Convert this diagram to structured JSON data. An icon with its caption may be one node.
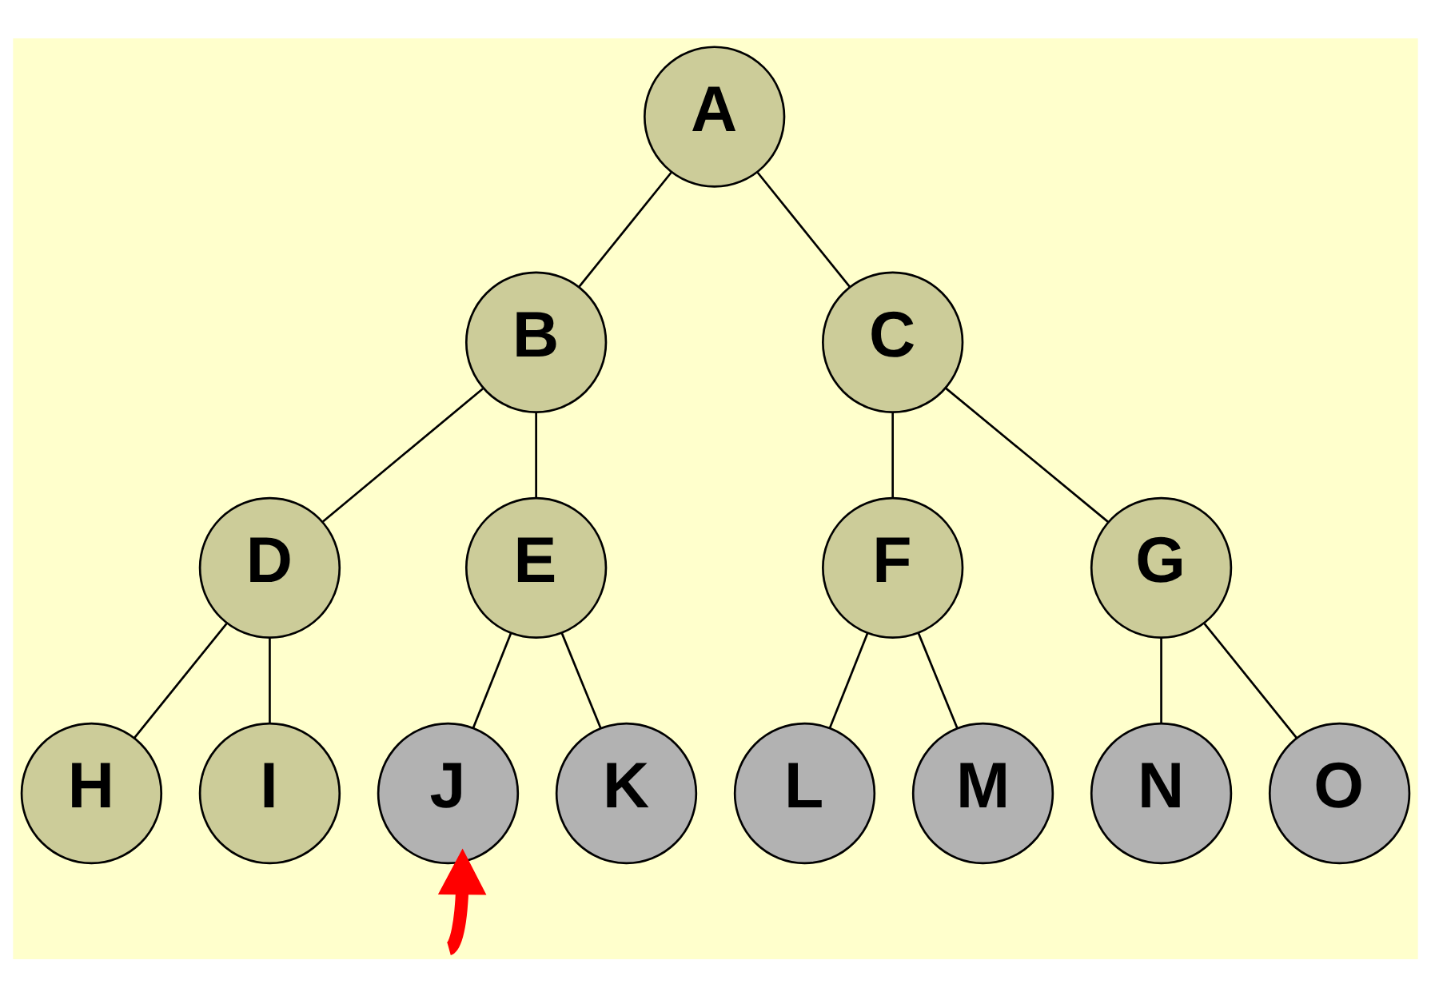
{
  "diagram": {
    "nodes": [
      {
        "text": [
          "A"
        ]
      },
      {
        "text": [
          "B"
        ]
      },
      {
        "text": [
          "C"
        ]
      },
      {
        "text": [
          "D"
        ]
      },
      {
        "text": [
          "E"
        ]
      },
      {
        "text": [
          "F"
        ]
      },
      {
        "text": [
          "G"
        ]
      },
      {
        "text": [
          "H"
        ]
      },
      {
        "text": [
          "I"
        ]
      },
      {
        "text": [
          "J"
        ]
      },
      {
        "text": [
          "K"
        ]
      },
      {
        "text": [
          "L"
        ]
      },
      {
        "text": [
          "M"
        ]
      },
      {
        "text": [
          "N"
        ]
      },
      {
        "text": [
          "O"
        ]
      }
    ],
    "edges": [
      {
        "from": 0,
        "to": 1,
        "arrow": "none"
      },
      {
        "from": 0,
        "to": 2,
        "arrow": "none"
      },
      {
        "from": 1,
        "to": 3,
        "arrow": "none"
      },
      {
        "from": 1,
        "to": 4,
        "arrow": "none"
      },
      {
        "from": 2,
        "to": 5,
        "arrow": "none"
      },
      {
        "from": 2,
        "to": 6,
        "arrow": "none"
      },
      {
        "from": 3,
        "to": 7,
        "arrow": "none"
      },
      {
        "from": 3,
        "to": 8,
        "arrow": "none"
      },
      {
        "from": 4,
        "to": 9,
        "arrow": "none"
      },
      {
        "from": 4,
        "to": 10,
        "arrow": "none"
      },
      {
        "from": 5,
        "to": 11,
        "arrow": "none"
      },
      {
        "from": 5,
        "to": 12,
        "arrow": "none"
      },
      {
        "from": 6,
        "to": 13,
        "arrow": "none"
      },
      {
        "from": 6,
        "to": 14,
        "arrow": "none"
      },
      {
        "from": null,
        "to": 9,
        "arrow": "to",
        "style": "thick",
        "color": "#ff0000"
      }
    ]
  }
}
